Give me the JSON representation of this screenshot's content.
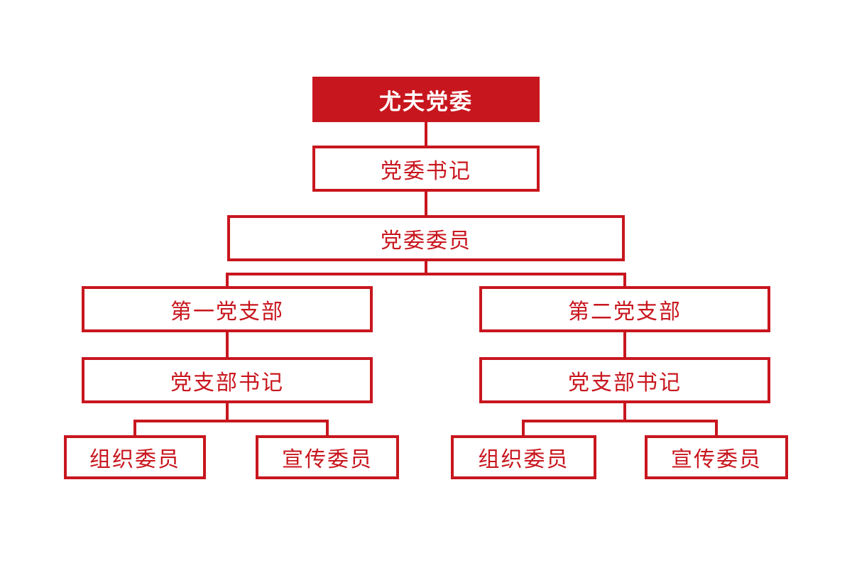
{
  "chart": {
    "accent_color": "#c8161e",
    "root": {
      "label": "尤夫党委"
    },
    "committee_secretary": {
      "label": "党委书记"
    },
    "committee_members": {
      "label": "党委委员"
    },
    "branches": [
      {
        "label": "第一党支部",
        "secretary": {
          "label": "党支部书记"
        },
        "members": [
          {
            "label": "组织委员"
          },
          {
            "label": "宣传委员"
          }
        ]
      },
      {
        "label": "第二党支部",
        "secretary": {
          "label": "党支部书记"
        },
        "members": [
          {
            "label": "组织委员"
          },
          {
            "label": "宣传委员"
          }
        ]
      }
    ]
  }
}
